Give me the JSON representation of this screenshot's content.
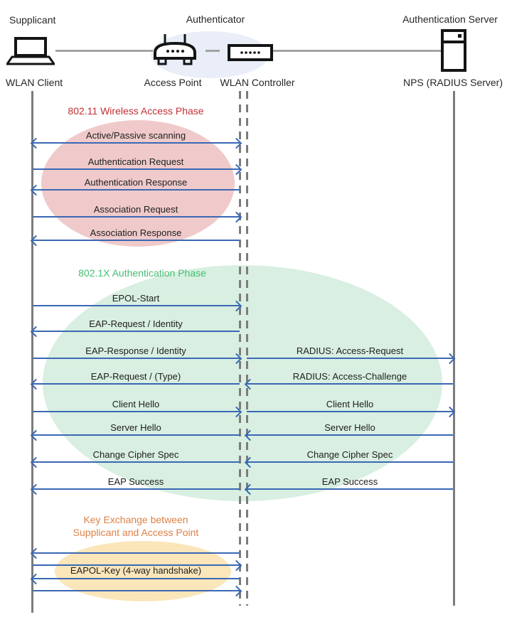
{
  "palette": {
    "arrow_blue": "#3a68b4",
    "lifeline_gray": "#7c7c7c",
    "phase1_title_red": "#c22f35",
    "phase1_ellipse_pink": "#f0caca",
    "phase2_title_green": "#45bd72",
    "phase2_ellipse_green": "#d8efe1",
    "phase3_title_orange": "#dd8146",
    "phase3_ellipse_yellow": "#fbe6ba",
    "authenticator_ellipse_blue": "#e9eef8"
  },
  "actors": {
    "supplicant": {
      "role": "Supplicant",
      "device": "WLAN Client"
    },
    "authenticator": {
      "role": "Authenticator",
      "ap": "Access Point",
      "controller": "WLAN Controller"
    },
    "server": {
      "role": "Authentication Server",
      "device": "NPS (RADIUS Server)"
    }
  },
  "phase1": {
    "title": "802.11 Wireless Access Phase",
    "messages": [
      {
        "label": "Active/Passive scanning",
        "direction": "both"
      },
      {
        "label": "Authentication Request",
        "direction": "right"
      },
      {
        "label": "Authentication Response",
        "direction": "left"
      },
      {
        "label": "Association Request",
        "direction": "right"
      },
      {
        "label": "Association Response",
        "direction": "left"
      }
    ]
  },
  "phase2": {
    "title": "802.1X Authentication Phase",
    "left_messages": [
      {
        "label": "EPOL-Start",
        "direction": "right"
      },
      {
        "label": "EAP-Request / Identity",
        "direction": "left"
      },
      {
        "label": "EAP-Response / Identity",
        "direction": "right"
      },
      {
        "label": "EAP-Request / (Type)",
        "direction": "left"
      },
      {
        "label": "Client Hello",
        "direction": "right"
      },
      {
        "label": "Server Hello",
        "direction": "left"
      },
      {
        "label": "Change Cipher Spec",
        "direction": "left"
      },
      {
        "label": "EAP Success",
        "direction": "left"
      }
    ],
    "right_messages": [
      {
        "label": "RADIUS: Access-Request",
        "direction": "right"
      },
      {
        "label": "RADIUS: Access-Challenge",
        "direction": "left"
      },
      {
        "label": "Client Hello",
        "direction": "right"
      },
      {
        "label": "Server Hello",
        "direction": "left"
      },
      {
        "label": "Change Cipher Spec",
        "direction": "left"
      },
      {
        "label": "EAP Success",
        "direction": "left"
      }
    ]
  },
  "phase3": {
    "title_line1": "Key Exchange between",
    "title_line2": "Supplicant and Access Point",
    "message": "EAPOL-Key (4-way handshake)"
  }
}
